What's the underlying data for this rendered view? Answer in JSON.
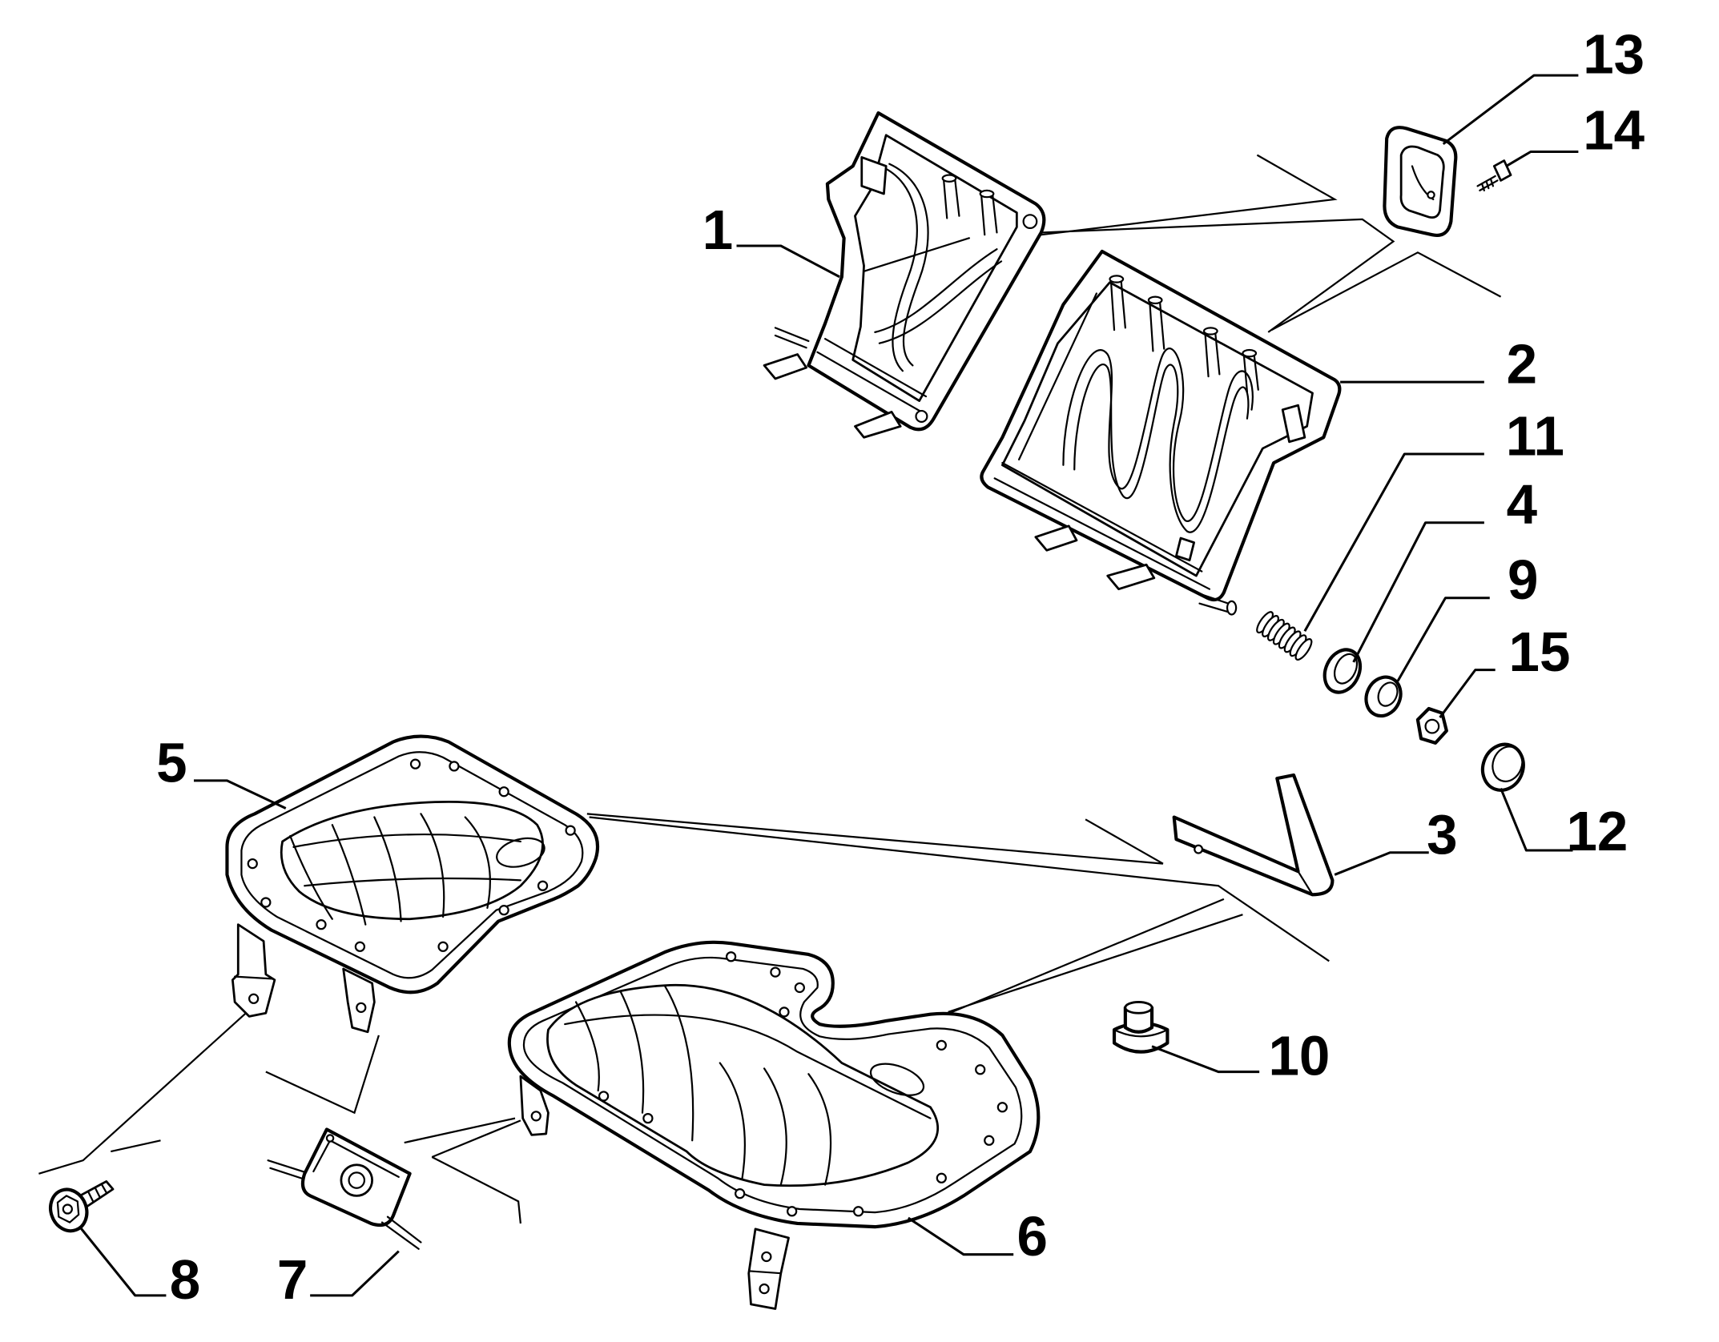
{
  "callouts": [
    {
      "number": "1"
    },
    {
      "number": "2"
    },
    {
      "number": "3"
    },
    {
      "number": "4"
    },
    {
      "number": "5"
    },
    {
      "number": "6"
    },
    {
      "number": "7"
    },
    {
      "number": "8"
    },
    {
      "number": "9"
    },
    {
      "number": "10"
    },
    {
      "number": "11"
    },
    {
      "number": "12"
    },
    {
      "number": "13"
    },
    {
      "number": "14"
    },
    {
      "number": "15"
    }
  ],
  "colors": {
    "ink": "#000000",
    "paper": "#ffffff"
  }
}
